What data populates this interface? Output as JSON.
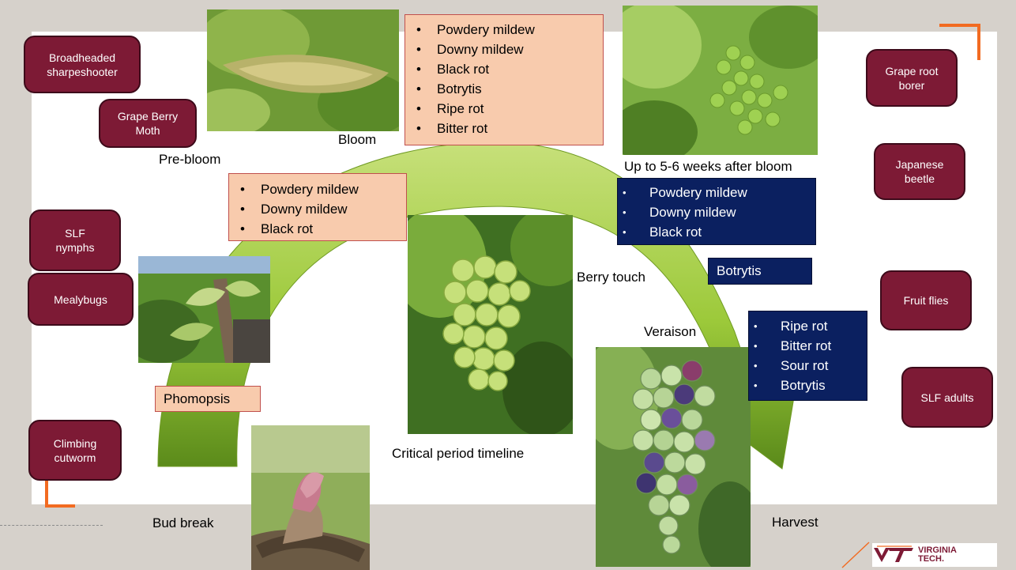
{
  "stages": {
    "pre_bloom": "Pre-bloom",
    "bloom": "Bloom",
    "after_bloom": "Up to 5-6 weeks after bloom",
    "berry_touch": "Berry touch",
    "veraison": "Veraison",
    "harvest": "Harvest",
    "bud_break": "Bud break"
  },
  "title": "Critical period timeline",
  "pests": {
    "broadheaded_sharpshooter": [
      "Broadheaded",
      "sharpeshooter"
    ],
    "grape_berry_moth": [
      "Grape Berry",
      "Moth"
    ],
    "slf_nymphs": [
      "SLF",
      "nymphs"
    ],
    "mealybugs": [
      "Mealybugs"
    ],
    "climbing_cutworm": [
      "Climbing",
      "cutworm"
    ],
    "grape_root_borer": [
      "Grape root",
      "borer"
    ],
    "japanese_beetle": [
      "Japanese",
      "beetle"
    ],
    "fruit_flies": [
      "Fruit flies"
    ],
    "slf_adults": [
      "SLF adults"
    ]
  },
  "disease_lists": {
    "bloom": [
      "Powdery mildew",
      "Downy mildew",
      "Black rot",
      "Botrytis",
      "Ripe rot",
      "Bitter rot"
    ],
    "pre_bloom": [
      "Powdery mildew",
      "Downy mildew",
      "Black rot"
    ],
    "after_bloom": [
      "Powdery mildew",
      "Downy mildew",
      "Black rot"
    ],
    "berry_touch": "Botrytis",
    "veraison": [
      "Ripe rot",
      "Bitter rot",
      "Sour rot",
      "Botrytis"
    ],
    "bud_break": "Phomopsis"
  },
  "logo": {
    "text_line1": "VIRGINIA",
    "text_line2": "TECH."
  },
  "colors": {
    "pest_box": "#7d1a35",
    "salmon_box": "#f8cbad",
    "navy_box": "#0b2060",
    "accent": "#f26b21",
    "arrow_green": "#8dbf2a"
  },
  "icons": {
    "photos": [
      "pre-bloom-cluster-photo",
      "early-berry-set-photo",
      "budbreak-shoot-photo",
      "berry-touch-cluster-photo",
      "veraison-cluster-photo",
      "bud-break-photo"
    ],
    "logo": "virginia-tech-logo"
  }
}
